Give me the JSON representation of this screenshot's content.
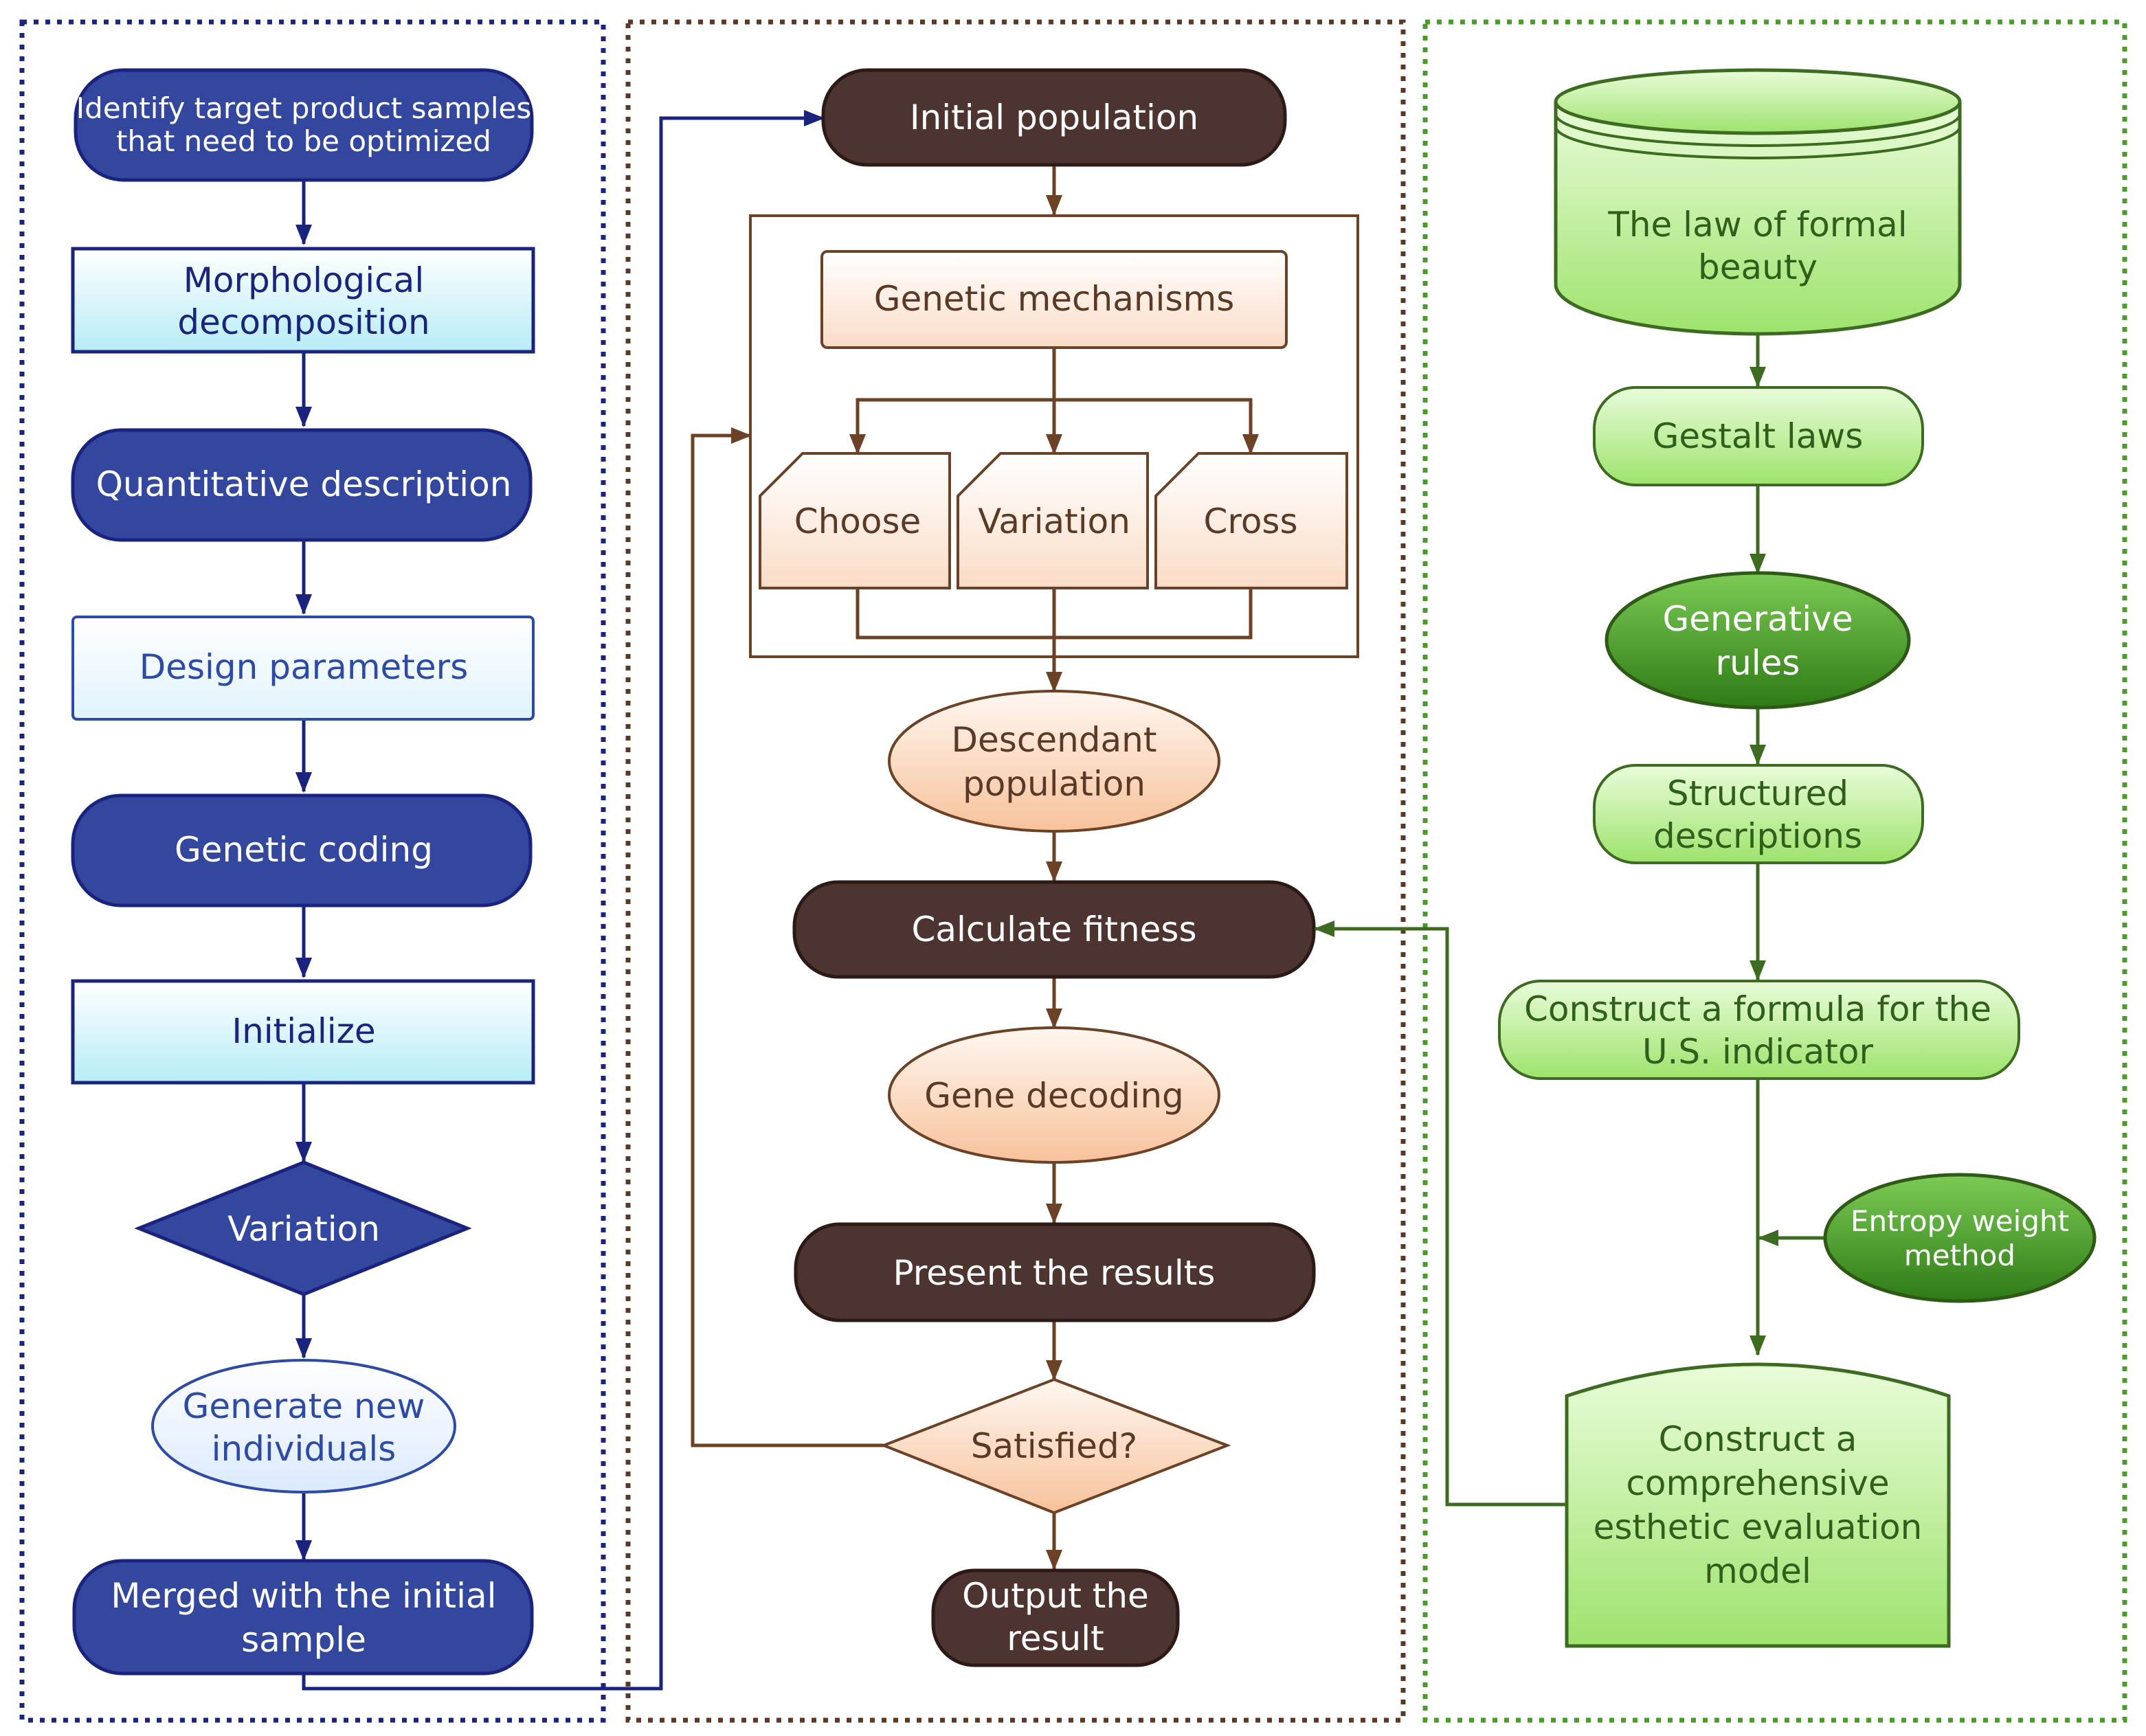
{
  "left": {
    "identify": [
      "Identify target product samples",
      "that need to be optimized"
    ],
    "morph": [
      "Morphological",
      "decomposition"
    ],
    "quant": "Quantitative description",
    "design": "Design parameters",
    "coding": "Genetic coding",
    "init": "Initialize",
    "variation": "Variation",
    "generate": [
      "Generate new",
      "individuals"
    ],
    "merged": [
      "Merged with the initial",
      "sample"
    ]
  },
  "middle": {
    "initial_pop": "Initial population",
    "mechanisms": "Genetic mechanisms",
    "choose": "Choose",
    "variation": "Variation",
    "cross": "Cross",
    "descendant": [
      "Descendant",
      "population"
    ],
    "fitness": "Calculate fitness",
    "decoding": "Gene decoding",
    "present": "Present the results",
    "satisfied": "Satisfied?",
    "output": [
      "Output the",
      "result"
    ]
  },
  "right": {
    "law": [
      "The law of formal",
      "beauty"
    ],
    "gestalt": "Gestalt laws",
    "generative": [
      "Generative",
      "rules"
    ],
    "structured": [
      "Structured",
      "descriptions"
    ],
    "formula": [
      "Construct a formula for the",
      "U.S. indicator"
    ],
    "entropy": [
      "Entropy weight",
      "method"
    ],
    "model": [
      "Construct a",
      "comprehensive",
      "esthetic evaluation",
      "model"
    ]
  },
  "colors": {
    "blue_fill": "#34479f",
    "navy": "#1a237e",
    "brown_fill": "#4e3430",
    "brown_line": "#6b4226",
    "peach": "#f9cfae",
    "green_line": "#3d6b21",
    "green_light": "#b5ee8e",
    "green_dark": "#4a9a2c"
  }
}
